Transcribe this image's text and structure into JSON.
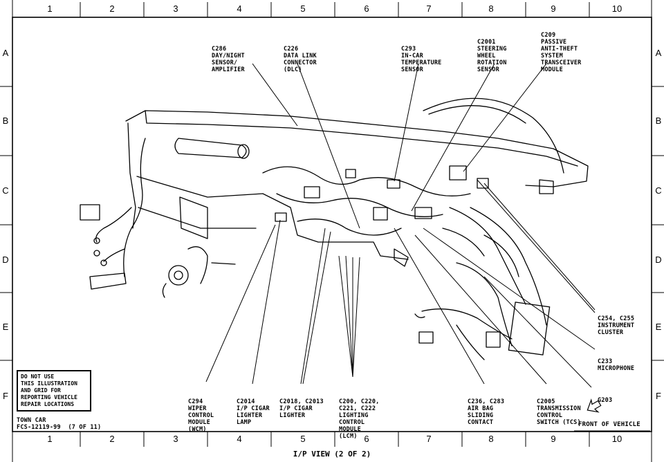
{
  "grid": {
    "columns": [
      "1",
      "2",
      "3",
      "4",
      "5",
      "6",
      "7",
      "8",
      "9",
      "10"
    ],
    "rows": [
      "A",
      "B",
      "C",
      "D",
      "E",
      "F"
    ]
  },
  "callouts": [
    {
      "id": "c286",
      "lines": [
        "C286",
        "DAY/NIGHT",
        "SENSOR/",
        "AMPLIFIER"
      ]
    },
    {
      "id": "c226",
      "lines": [
        "C226",
        "DATA LINK",
        "CONNECTOR",
        "(DLC)"
      ]
    },
    {
      "id": "c293",
      "lines": [
        "C293",
        "IN-CAR",
        "TEMPERATURE",
        "SENSOR"
      ]
    },
    {
      "id": "c2001",
      "lines": [
        "C2001",
        "STEERING",
        "WHEEL",
        "ROTATION",
        "SENSOR"
      ]
    },
    {
      "id": "c209",
      "lines": [
        "C209",
        "PASSIVE",
        "ANTI-THEFT",
        "SYSTEM",
        "TRANSCEIVER",
        "MODULE"
      ]
    },
    {
      "id": "c254",
      "lines": [
        "C254, C255",
        "INSTRUMENT",
        "CLUSTER"
      ]
    },
    {
      "id": "c233",
      "lines": [
        "C233",
        "MICROPHONE"
      ]
    },
    {
      "id": "g203",
      "lines": [
        "G203"
      ]
    },
    {
      "id": "c2005",
      "lines": [
        "C2005",
        "TRANSMISSION",
        "CONTROL",
        "SWITCH (TCS)"
      ]
    },
    {
      "id": "c236",
      "lines": [
        "C236, C283",
        "AIR BAG",
        "SLIDING",
        "CONTACT"
      ]
    },
    {
      "id": "c200",
      "lines": [
        "C200, C220,",
        "C221, C222",
        "LIGHTING",
        "CONTROL",
        "MODULE",
        "(LCM)"
      ]
    },
    {
      "id": "c2018",
      "lines": [
        "C2018, C2013",
        "I/P CIGAR",
        "LIGHTER"
      ]
    },
    {
      "id": "c2014",
      "lines": [
        "C2014",
        "I/P CIGAR",
        "LIGHTER",
        "LAMP"
      ]
    },
    {
      "id": "c294",
      "lines": [
        "C294",
        "WIPER",
        "CONTROL",
        "MODULE",
        "(WCM)"
      ]
    }
  ],
  "warning": [
    "DO NOT USE",
    "THIS ILLUSTRATION",
    "AND GRID FOR",
    "REPORTING VEHICLE",
    "REPAIR LOCATIONS"
  ],
  "vehicle": "TOWN CAR",
  "figure_code": "FCS-12119-99  (7 OF 11)",
  "front_label": "FRONT OF VEHICLE",
  "view_title": "I/P VIEW (2 OF 2)"
}
